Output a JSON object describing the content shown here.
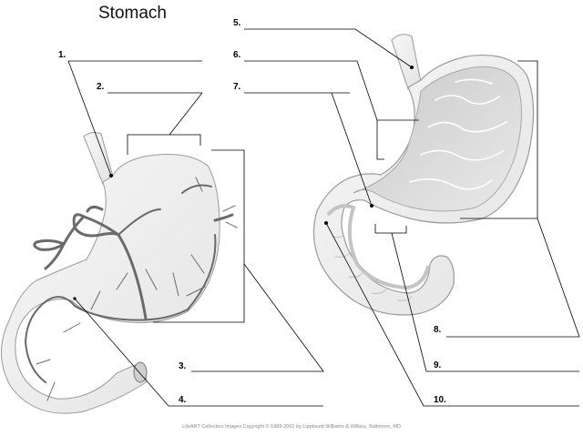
{
  "title": "Stomach",
  "labels": [
    "1.",
    "2.",
    "3.",
    "4.",
    "5.",
    "6.",
    "7.",
    "8.",
    "9.",
    "10."
  ],
  "copyright": "LifeART Collection Images Copyright © 1989-2001 by Lippincott Williams & Wilkins, Baltimore, MD",
  "colors": {
    "organ_fill": "#eeeeee",
    "organ_outline": "#9a9a9a",
    "vessel": "#6a6a6a",
    "mucosa": "#d2d2d2",
    "leader_line": "#000000"
  }
}
